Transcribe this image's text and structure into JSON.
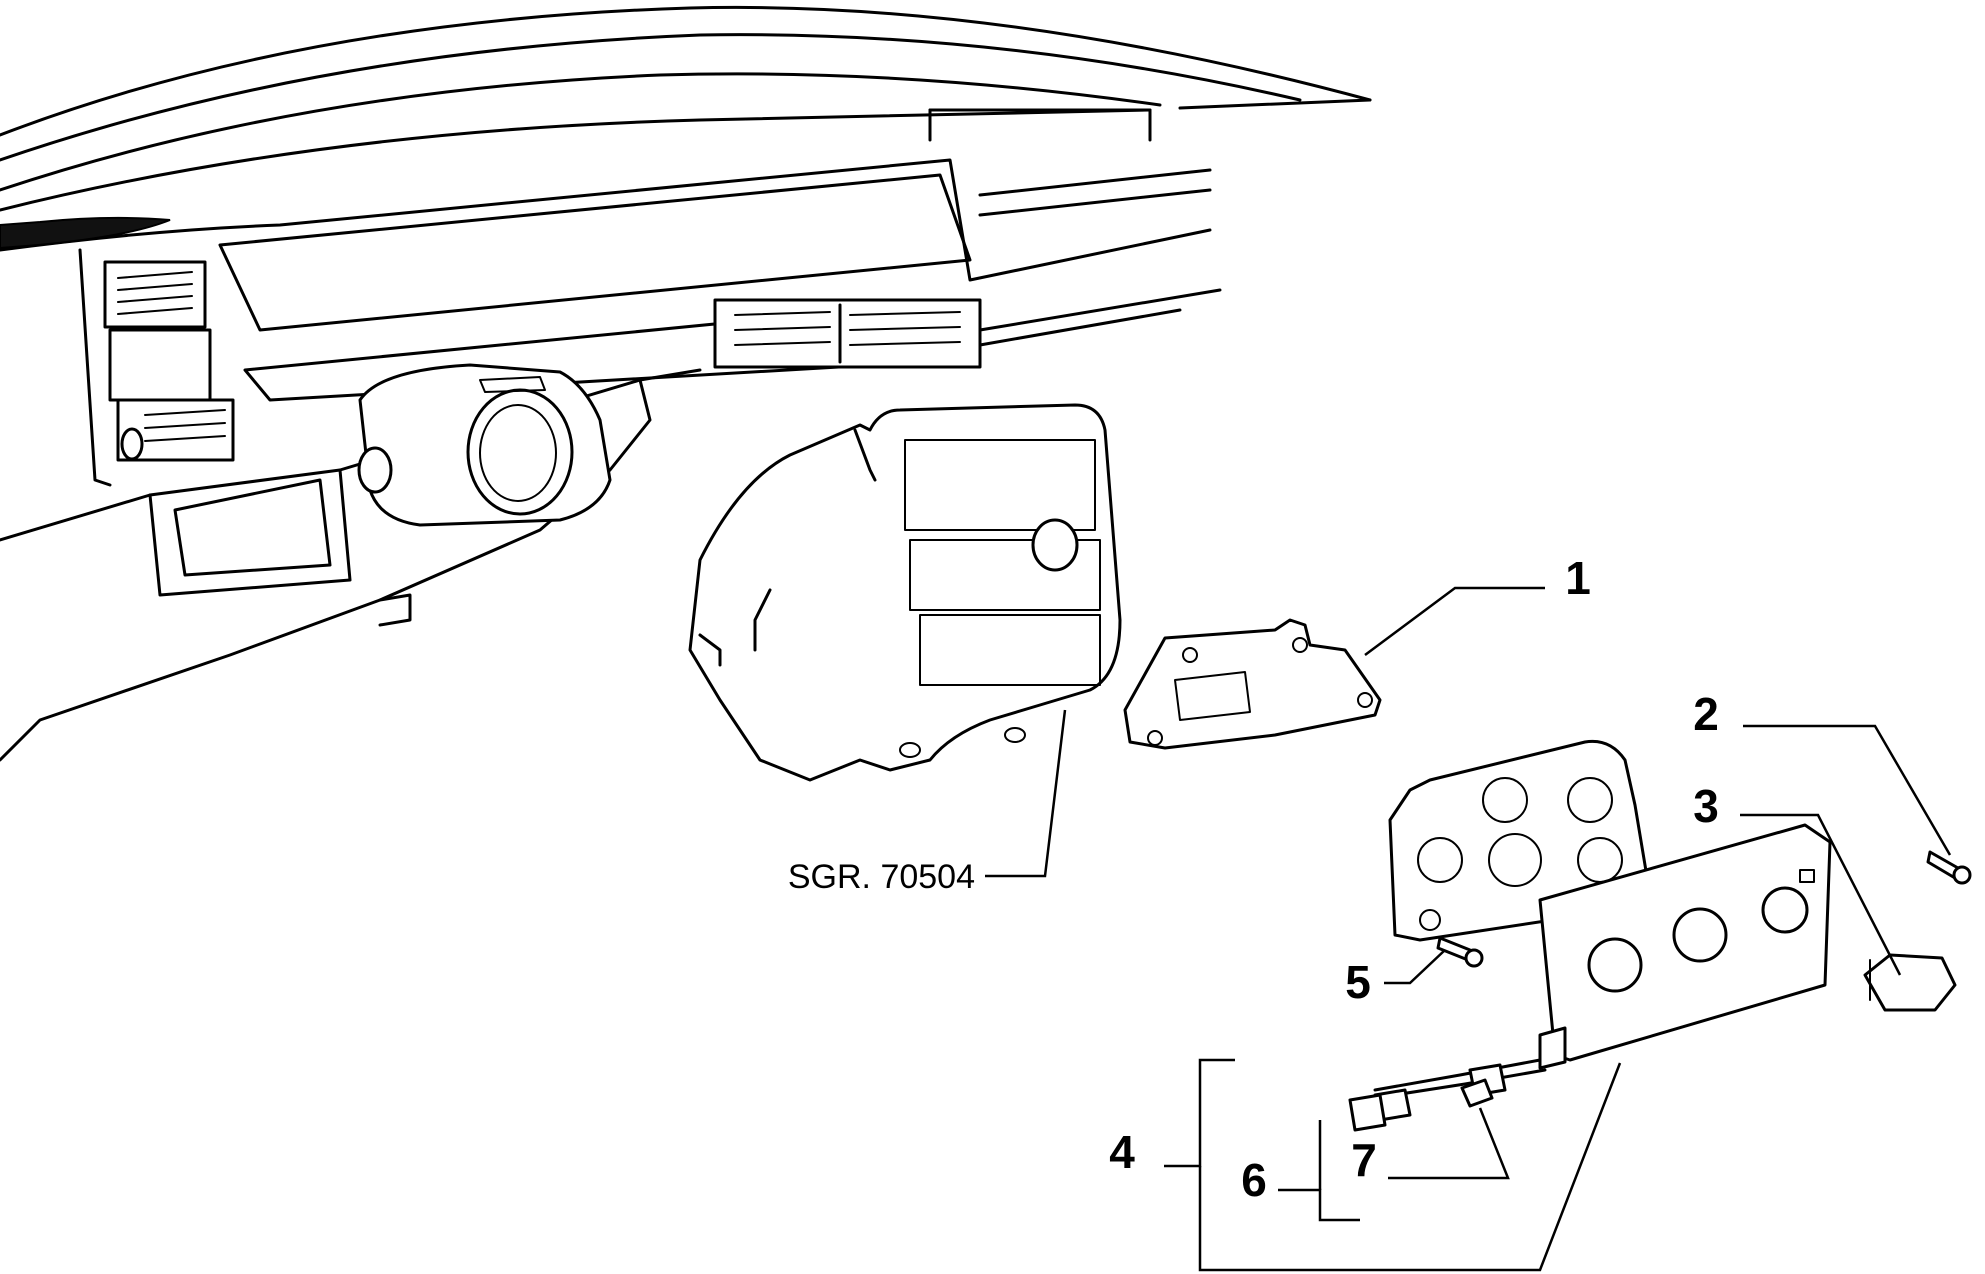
{
  "callouts": [
    {
      "id": "1",
      "label": "1"
    },
    {
      "id": "2",
      "label": "2"
    },
    {
      "id": "3",
      "label": "3"
    },
    {
      "id": "4",
      "label": "4"
    },
    {
      "id": "5",
      "label": "5"
    },
    {
      "id": "6",
      "label": "6"
    },
    {
      "id": "7",
      "label": "7"
    }
  ],
  "reference": "SGR. 70504"
}
